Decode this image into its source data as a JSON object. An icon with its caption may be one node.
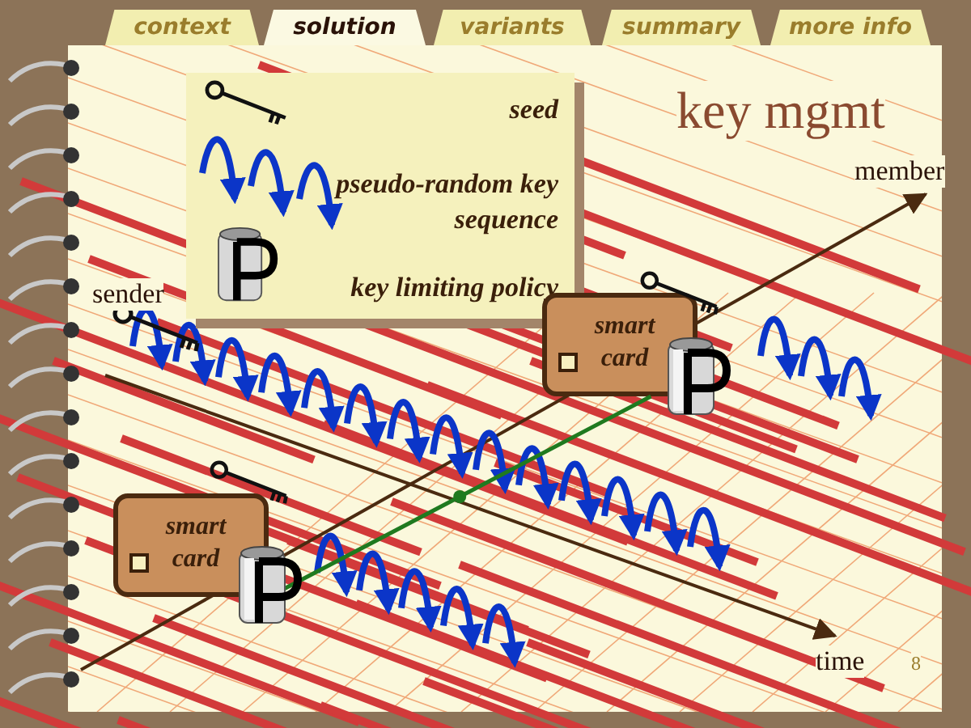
{
  "diagram": {
    "title": "key mgmt",
    "nodes": [
      {
        "text": [
          "smart card"
        ]
      },
      {
        "text": [
          "smart card"
        ]
      }
    ],
    "edges": [
      {
        "from": 1,
        "to": 0,
        "arrow": "none",
        "color": "#1f7a1f"
      }
    ],
    "labels": [
      "context",
      "solution",
      "variants",
      "summary",
      "more info",
      "sender",
      "member",
      "time",
      "8"
    ],
    "legend": [
      {
        "text": "seed"
      },
      {
        "text": "pseudo-random key sequence"
      },
      {
        "text": "key limiting policy"
      }
    ]
  }
}
